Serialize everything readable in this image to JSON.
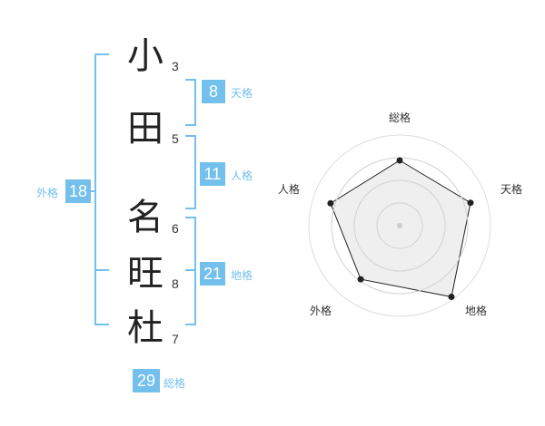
{
  "colors": {
    "accent": "#74c0ec",
    "bracket": "#74c0ec",
    "text": "#222222"
  },
  "surname": [
    {
      "char": "小",
      "strokes": "3"
    },
    {
      "char": "田",
      "strokes": "5"
    }
  ],
  "given_name": [
    {
      "char": "名",
      "strokes": "6"
    },
    {
      "char": "旺",
      "strokes": "8"
    },
    {
      "char": "杜",
      "strokes": "7"
    }
  ],
  "fortunes": {
    "tenkaku": {
      "value": "8",
      "label": "天格"
    },
    "jinkaku": {
      "value": "11",
      "label": "人格"
    },
    "chikaku": {
      "value": "21",
      "label": "地格"
    },
    "gaikaku": {
      "value": "18",
      "label": "外格"
    },
    "soukaku": {
      "value": "29",
      "label": "総格"
    }
  },
  "chart_data": {
    "type": "radar",
    "axes": [
      "総格",
      "天格",
      "地格",
      "外格",
      "人格"
    ],
    "values": [
      0.72,
      0.82,
      0.97,
      0.73,
      0.8
    ],
    "max": 1,
    "rings": 4,
    "grid": true
  }
}
